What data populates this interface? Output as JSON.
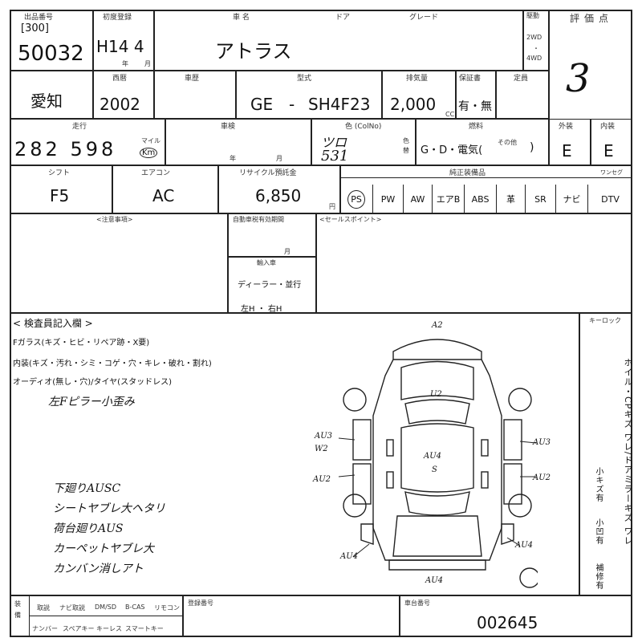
{
  "header": {
    "venue_label": "出品番号",
    "lot_tag": "[300]",
    "lot_number": "50032",
    "first_reg_label": "初度登録",
    "first_reg": "H14 4",
    "year_label": "年",
    "month_label": "月",
    "model_label": "車 名",
    "model_name": "アトラス",
    "door_label": "ドア",
    "grade_label": "グレード",
    "drive_label": "駆動",
    "drive_2wd": "2WD",
    "drive_4wd": "4WD",
    "score_label": "評価点",
    "score": "3"
  },
  "row2": {
    "region": "愛知",
    "model_year_label": "西暦",
    "model_year": "2002",
    "history_label": "車歴",
    "model_code_label": "型式",
    "model_code_a": "GE",
    "model_code_sep": "-",
    "model_code_b": "SH4F23",
    "displacement_label": "排気量",
    "displacement": "2,000",
    "cc_label": "CC",
    "condition_label": "保証書",
    "condition": "有・無",
    "capacity_label": "定員"
  },
  "row3": {
    "mileage_label": "走行",
    "mileage": "282 598",
    "mile_label": "マイル",
    "km_label": "Km",
    "inspection_label": "車検",
    "inspection_year": "年",
    "inspection_month": "月",
    "color_label": "色 (ColNo)",
    "color_name": "ツロ",
    "color_no": "531",
    "color_change_label": "色替",
    "fuel_label": "燃料",
    "fuel_options": "G・D・電気(",
    "fuel_other": "その他",
    "fuel_close": ")",
    "exterior_label": "外装",
    "exterior": "E",
    "interior_label": "内装",
    "interior": "E"
  },
  "row4": {
    "shift_label": "シフト",
    "shift": "F5",
    "ac_label": "エアコン",
    "ac": "AC",
    "recycle_label": "リサイクル預託金",
    "recycle": "6,850",
    "yen_label": "円",
    "equipment_label": "純正装備品",
    "equipment": [
      "PS",
      "PW",
      "AW",
      "エアB",
      "ABS",
      "革",
      "SR",
      "ナビ",
      "DTV"
    ],
    "equipment_extra": "ワンセグ"
  },
  "notes": {
    "notes_label": "<注意事項>",
    "validity_label": "自動車税有効期間",
    "month_label": "月",
    "import_label": "輸入車",
    "dealer_label": "ディーラー・並行",
    "handle_label": "左H ・ 右H",
    "sales_point_label": "<セールスポイント>"
  },
  "inspection": {
    "title": "< 検査員記入欄 >",
    "glass_line": "Fガラス(キズ・ヒビ・リペア跡・X要)",
    "interior_line": "内装(キズ・汚れ・シミ・コゲ・穴・キレ・破れ・割れ)",
    "audio_line": "オーディオ(無し・穴)/タイヤ(スタッドレス)",
    "handwritten": [
      "左Fピラー小歪み",
      "下廻りAUSC",
      "シートヤブレ大ヘタリ",
      "荷台廻りAUS",
      "カーペットヤブレ大",
      "カンバン消しアト"
    ],
    "keylock_label": "キーロック"
  },
  "diagram": {
    "labels": {
      "front": "A2",
      "hood": "U2",
      "left_top_a": "AU3",
      "left_top_b": "W2",
      "left_mid": "AU2",
      "right_top": "AU3",
      "right_mid": "AU2",
      "roof_a": "AU4",
      "roof_b": "S",
      "left_bot": "AU4",
      "right_bot": "AU4",
      "rear": "AU4"
    }
  },
  "side_note": {
    "line1": "ホイル・CPキズ ワレ/ドアミラーキズ ワレ",
    "line2": "小キズ有",
    "line3": "小凹有",
    "line4": "補修有"
  },
  "footer": {
    "equip_label": "装備",
    "items_row1": [
      "取説",
      "ナビ取説",
      "DM/SD",
      "B-CAS",
      "リモコン"
    ],
    "items_row2": [
      "ナンバー",
      "スペアキー",
      "キーレス",
      "スマートキー"
    ],
    "reg_no_label": "登録番号",
    "chassis_label": "車台番号",
    "chassis_no": "002645"
  }
}
